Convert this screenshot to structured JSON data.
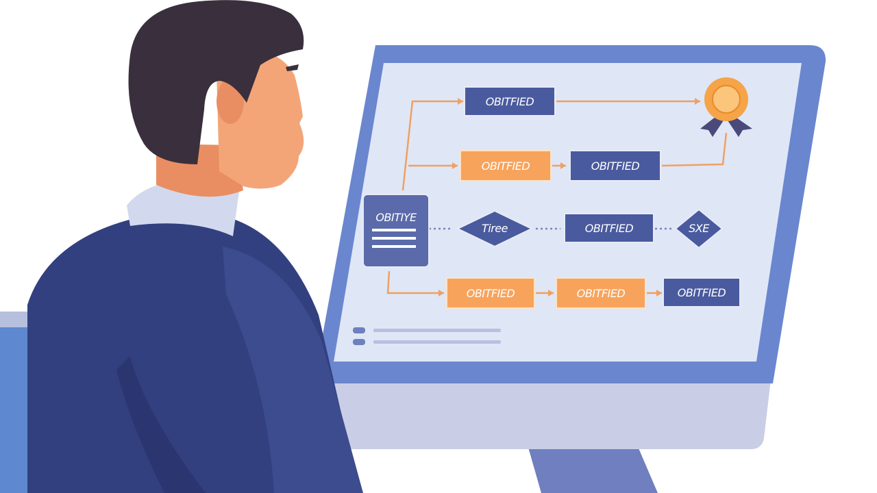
{
  "scene": {
    "description_tags": [
      "person",
      "monitor",
      "flowchart",
      "certificate-badge"
    ],
    "colors": {
      "navy_node": "#4a5a9e",
      "orange_node": "#f7a35c",
      "connector": "#f0a060",
      "screen_bg": "#dfe6f6",
      "monitor_frame": "#6b87cf",
      "monitor_chin": "#c5cbe5",
      "badge": "#f5a448",
      "ribbon": "#4a4a7a",
      "suit": "#33407f",
      "skin": "#f3a578",
      "hair": "#3a2f3c",
      "collar": "#d2d9ee"
    }
  },
  "flowchart": {
    "top_node": "OBITFIED",
    "row2_orange": "OBITFIED",
    "row2_navy": "OBITFIED",
    "start_card": "OBITIYE",
    "decision_1": "Tiree",
    "row3_navy": "OBITFIED",
    "decision_2": "SXE",
    "row4_orange_1": "OBITFIED",
    "row4_orange_2": "OBITFIED",
    "row4_navy": "OBITFIED"
  }
}
